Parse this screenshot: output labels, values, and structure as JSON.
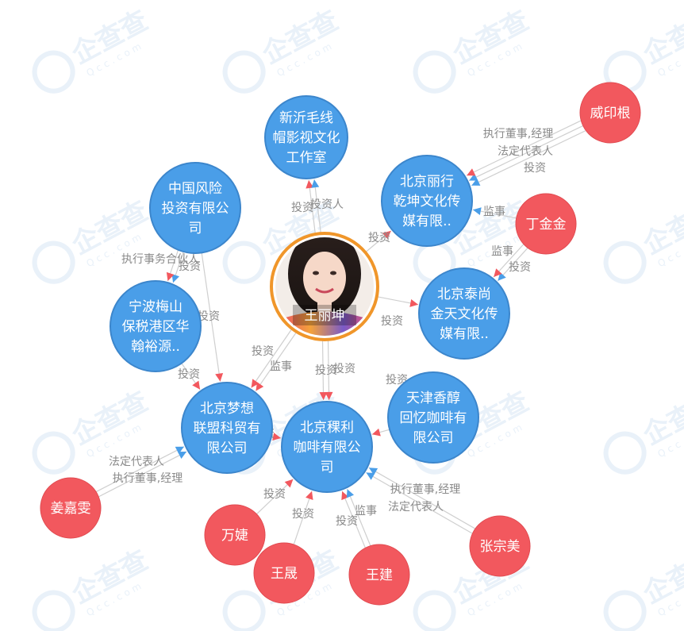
{
  "watermark": {
    "text": "企查查",
    "sub": "Qcc.com"
  },
  "colors": {
    "company": "#4a9ee8",
    "company_stroke": "#3c86cc",
    "person": "#f2585e",
    "center_ring": "#f0962a",
    "edge": "#cfcfcf",
    "arrow_blue": "#4a9ee8",
    "arrow_red": "#f2585e"
  },
  "center": {
    "id": "wlk",
    "name": "王丽坤"
  },
  "nodes": [
    {
      "id": "xymx",
      "kind": "company",
      "lines": [
        "新沂毛线",
        "帽影视文化",
        "工作室"
      ]
    },
    {
      "id": "zgfx",
      "kind": "company",
      "lines": [
        "中国风险",
        "投资有限公",
        "司"
      ]
    },
    {
      "id": "bjlx",
      "kind": "company",
      "lines": [
        "北京丽行",
        "乾坤文化传",
        "媒有限.."
      ]
    },
    {
      "id": "bjts",
      "kind": "company",
      "lines": [
        "北京泰尚",
        "金天文化传",
        "媒有限.."
      ]
    },
    {
      "id": "nbms",
      "kind": "company",
      "lines": [
        "宁波梅山",
        "保税港区华",
        "翰裕源.."
      ]
    },
    {
      "id": "bjmx",
      "kind": "company",
      "lines": [
        "北京梦想",
        "联盟科贸有",
        "限公司"
      ]
    },
    {
      "id": "bjkl",
      "kind": "company",
      "lines": [
        "北京稞利",
        "咖啡有限公",
        "司"
      ]
    },
    {
      "id": "tjxc",
      "kind": "company",
      "lines": [
        "天津香醇",
        "回忆咖啡有",
        "限公司"
      ]
    },
    {
      "id": "wyg",
      "kind": "person",
      "lines": [
        "威印根"
      ]
    },
    {
      "id": "djj",
      "kind": "person",
      "lines": [
        "丁金金"
      ]
    },
    {
      "id": "jjw",
      "kind": "person",
      "lines": [
        "姜嘉雯"
      ]
    },
    {
      "id": "wj1",
      "kind": "person",
      "lines": [
        "万婕"
      ]
    },
    {
      "id": "ws",
      "kind": "person",
      "lines": [
        "王晟"
      ]
    },
    {
      "id": "wj2",
      "kind": "person",
      "lines": [
        "王建"
      ]
    },
    {
      "id": "zzm",
      "kind": "person",
      "lines": [
        "张宗美"
      ]
    }
  ],
  "edges": [
    {
      "from": "wlk",
      "to": "xymx",
      "label": "投资",
      "arrow": "red"
    },
    {
      "from": "wlk",
      "to": "xymx",
      "label": "投资人",
      "arrow": "blue"
    },
    {
      "from": "wlk",
      "to": "bjlx",
      "label": "投资",
      "arrow": "red"
    },
    {
      "from": "wlk",
      "to": "bjts",
      "label": "投资",
      "arrow": "red"
    },
    {
      "from": "wlk",
      "to": "bjmx",
      "label": "投资",
      "arrow": "red"
    },
    {
      "from": "wlk",
      "to": "bjmx",
      "label": "监事",
      "arrow": "red"
    },
    {
      "from": "wlk",
      "to": "bjkl",
      "label": "投资",
      "arrow": "red"
    },
    {
      "from": "wlk",
      "to": "bjkl",
      "label": "投资",
      "arrow": "red"
    },
    {
      "from": "zgfx",
      "to": "nbms",
      "label": "执行事务合伙人",
      "arrow": "blue"
    },
    {
      "from": "zgfx",
      "to": "nbms",
      "label": "投资",
      "arrow": "red"
    },
    {
      "from": "zgfx",
      "to": "bjmx",
      "label": "投资",
      "arrow": "red"
    },
    {
      "from": "nbms",
      "to": "bjmx",
      "label": "投资",
      "arrow": "red"
    },
    {
      "from": "bjmx",
      "to": "bjkl",
      "label": "投资",
      "arrow": "red"
    },
    {
      "from": "tjxc",
      "to": "bjkl",
      "label": "投资",
      "arrow": "red"
    },
    {
      "from": "wyg",
      "to": "bjlx",
      "label": "执行董事,经理",
      "arrow": "blue"
    },
    {
      "from": "wyg",
      "to": "bjlx",
      "label": "法定代表人",
      "arrow": "blue"
    },
    {
      "from": "wyg",
      "to": "bjlx",
      "label": "投资",
      "arrow": "red"
    },
    {
      "from": "djj",
      "to": "bjlx",
      "label": "监事",
      "arrow": "blue"
    },
    {
      "from": "djj",
      "to": "bjts",
      "label": "监事",
      "arrow": "blue"
    },
    {
      "from": "djj",
      "to": "bjts",
      "label": "投资",
      "arrow": "red"
    },
    {
      "from": "jjw",
      "to": "bjmx",
      "label": "法定代表人",
      "arrow": "blue"
    },
    {
      "from": "jjw",
      "to": "bjmx",
      "label": "执行董事,经理",
      "arrow": "blue"
    },
    {
      "from": "wj1",
      "to": "bjkl",
      "label": "投资",
      "arrow": "red"
    },
    {
      "from": "ws",
      "to": "bjkl",
      "label": "投资",
      "arrow": "red"
    },
    {
      "from": "wj2",
      "to": "bjkl",
      "label": "投资",
      "arrow": "red"
    },
    {
      "from": "wj2",
      "to": "bjkl",
      "label": "监事",
      "arrow": "blue"
    },
    {
      "from": "zzm",
      "to": "bjkl",
      "label": "执行董事,经理",
      "arrow": "blue"
    },
    {
      "from": "zzm",
      "to": "bjkl",
      "label": "法定代表人",
      "arrow": "blue"
    }
  ]
}
